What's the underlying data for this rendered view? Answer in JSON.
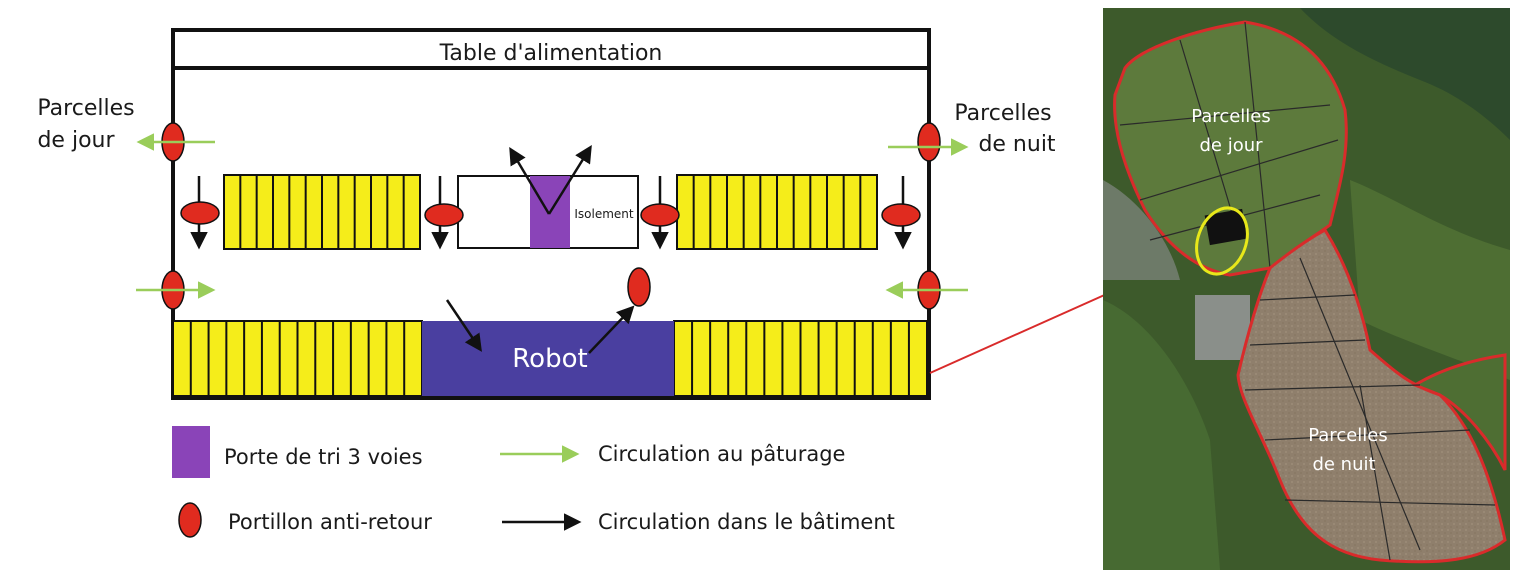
{
  "diagram": {
    "feed_table_label": "Table d'alimentation",
    "day_paddocks_label": [
      "Parcelles",
      "de jour"
    ],
    "night_paddocks_label": [
      "Parcelles",
      "de nuit"
    ],
    "isolation_label": "Isolement",
    "robot_label": "Robot"
  },
  "legend": {
    "sort_gate": "Porte de tri 3 voies",
    "anti_return_gate": "Portillon anti-retour",
    "pasture_flow": "Circulation au pâturage",
    "building_flow": "Circulation dans le bâtiment"
  },
  "map": {
    "day_label": [
      "Parcelles",
      "de jour"
    ],
    "night_label": [
      "Parcelles",
      "de nuit"
    ]
  },
  "colors": {
    "stall_yellow": "#f5ed1a",
    "gate_purple": "#8a44b8",
    "robot_blue": "#4a3fa0",
    "gate_red": "#e02b1f",
    "pasture_green": "#9acd5a",
    "boundary_red": "#d92b2b",
    "highlight_yellow": "#e8e81a"
  }
}
